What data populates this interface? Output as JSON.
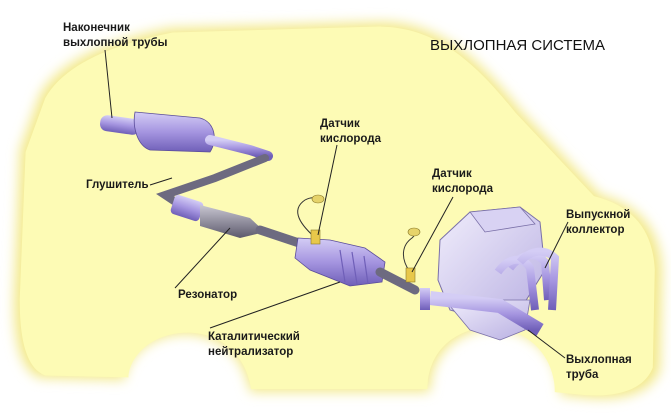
{
  "title": "ВЫХЛОПНАЯ СИСТЕМА",
  "labels": {
    "tailpipe_tip": [
      "Наконечник",
      "выхлопной трубы"
    ],
    "muffler": [
      "Глушитель"
    ],
    "o2_sensor_1": [
      "Датчик",
      "кислорода"
    ],
    "o2_sensor_2": [
      "Датчик",
      "кислорода"
    ],
    "exhaust_manifold": [
      "Выпускной",
      "коллектор"
    ],
    "resonator": [
      "Резонатор"
    ],
    "catalytic_converter": [
      "Каталитический",
      "нейтрализатор"
    ],
    "exhaust_pipe": [
      "Выхлопная",
      "труба"
    ]
  },
  "colors": {
    "car_glow": "#fdfbb5",
    "parts": "#a99be0",
    "pipe": "#8a879a"
  }
}
